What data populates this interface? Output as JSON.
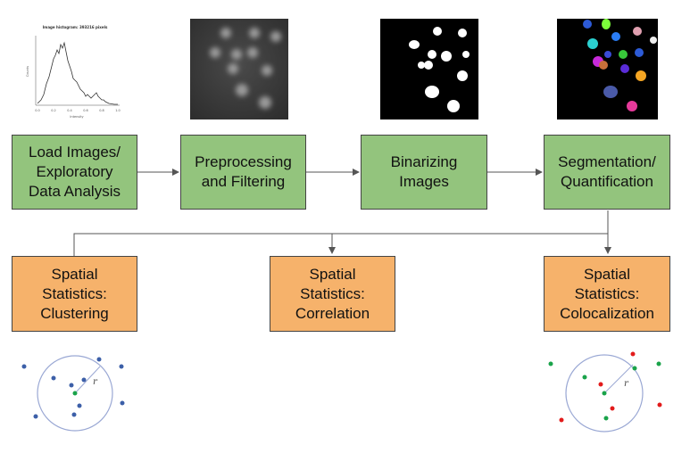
{
  "pipeline": {
    "load": "Load Images/\nExploratory\nData Analysis",
    "preprocess": "Preprocessing\nand Filtering",
    "binarize": "Binarizing\nImages",
    "segment": "Segmentation/\nQuantification"
  },
  "statistics": {
    "clustering": "Spatial\nStatistics:\nClustering",
    "correlation": "Spatial\nStatistics:\nCorrelation",
    "colocalization": "Spatial\nStatistics:\nColocalization"
  },
  "histogram": {
    "title": "Image histogram: 393216 pixels",
    "xlabel": "Intensity",
    "ylabel": "Counts",
    "xticks": [
      "0.0",
      "0.2",
      "0.4",
      "0.6",
      "0.8",
      "1.0"
    ]
  },
  "radius_label": "r",
  "colors": {
    "process_box": "#93c47d",
    "statistics_box": "#f6b26b",
    "point_blue": "#3c5fa8",
    "point_green": "#1aa34a",
    "point_red": "#e21b1b",
    "circle": "#9aa8d4"
  }
}
